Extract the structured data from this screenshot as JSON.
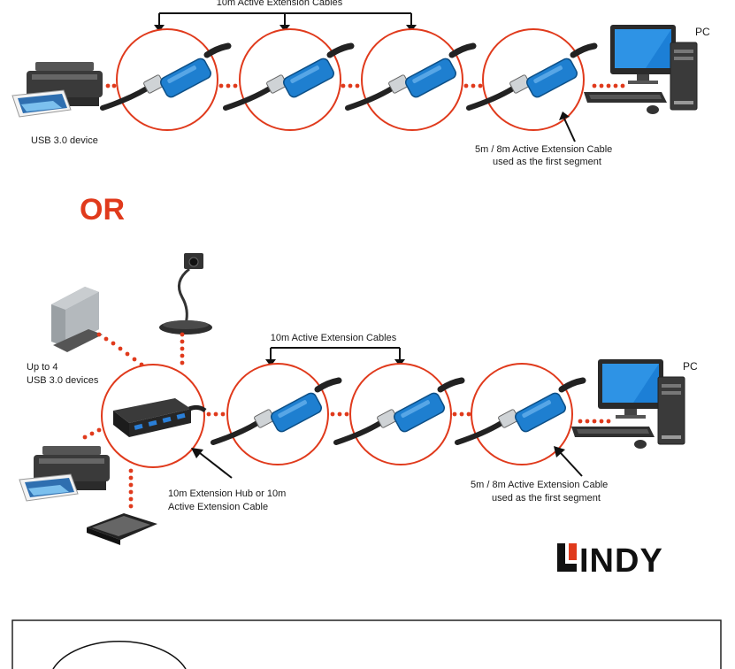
{
  "top": {
    "cables_label": "10m Active Extension Cables",
    "device_label": "USB 3.0 device",
    "pc_label": "PC",
    "first_segment_line1": "5m / 8m Active Extension Cable",
    "first_segment_line2": "used as the first segment"
  },
  "or_label": "OR",
  "bottom": {
    "cables_label": "10m Active Extension Cables",
    "devices_line1": "Up to 4",
    "devices_line2": "USB 3.0 devices",
    "pc_label": "PC",
    "hub_line1": "10m Extension Hub or 10m",
    "hub_line2": "Active Extension Cable",
    "first_segment_line1": "5m / 8m Active Extension Cable",
    "first_segment_line2": "used as the first segment"
  },
  "logo": {
    "text": "INDY",
    "brand_color": "#e03a1c"
  },
  "colors": {
    "accent": "#e03a1c",
    "cable_blue": "#1e7fd0"
  },
  "icons": [
    "printer-icon",
    "pc-icon",
    "usb-cable-icon",
    "usb-hub-icon",
    "external-drive-icon",
    "webcam-icon",
    "scanner-icon"
  ]
}
